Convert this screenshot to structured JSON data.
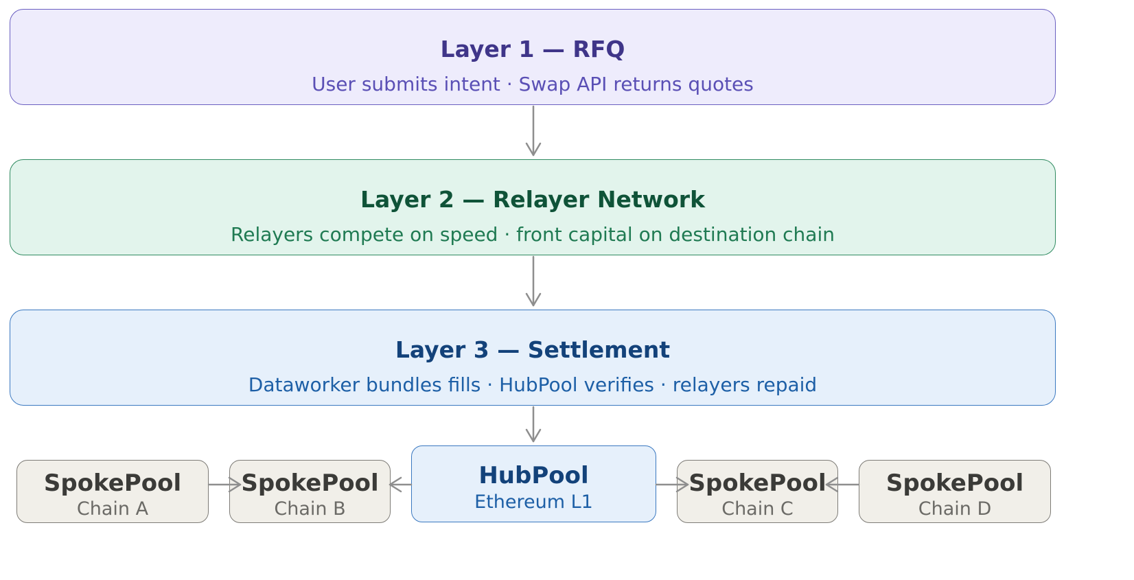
{
  "colors": {
    "layer1_border": "#6a5fc1",
    "layer1_title": "#3f3589",
    "layer1_sub": "#5a4fb5",
    "layer2_border": "#2f8a60",
    "layer2_title": "#0f5338",
    "layer2_sub": "#1f7a52",
    "layer3_border": "#3a78c0",
    "layer3_title": "#13427a",
    "layer3_sub": "#1d5fa6",
    "spoke_fill": "#f1efe9",
    "spoke_border": "#7d7b76",
    "spoke_title": "#3b3b38",
    "spoke_sub": "#6b6a66",
    "hub_fill": "#e6f0fb",
    "hub_border": "#3a78c0",
    "hub_title": "#13427a",
    "hub_sub": "#1d5fa6",
    "arrow": "#8e8e8e"
  },
  "layers": [
    {
      "title": "Layer 1 — RFQ",
      "subtitle": "User submits intent · Swap API returns quotes"
    },
    {
      "title": "Layer 2 — Relayer Network",
      "subtitle": "Relayers compete on speed · front capital on destination chain"
    },
    {
      "title": "Layer 3 — Settlement",
      "subtitle": "Dataworker bundles fills · HubPool verifies · relayers repaid"
    }
  ],
  "hub": {
    "title": "HubPool",
    "subtitle": "Ethereum L1"
  },
  "spokes": [
    {
      "title": "SpokePool",
      "subtitle": "Chain A"
    },
    {
      "title": "SpokePool",
      "subtitle": "Chain B"
    },
    {
      "title": "SpokePool",
      "subtitle": "Chain C"
    },
    {
      "title": "SpokePool",
      "subtitle": "Chain D"
    }
  ]
}
